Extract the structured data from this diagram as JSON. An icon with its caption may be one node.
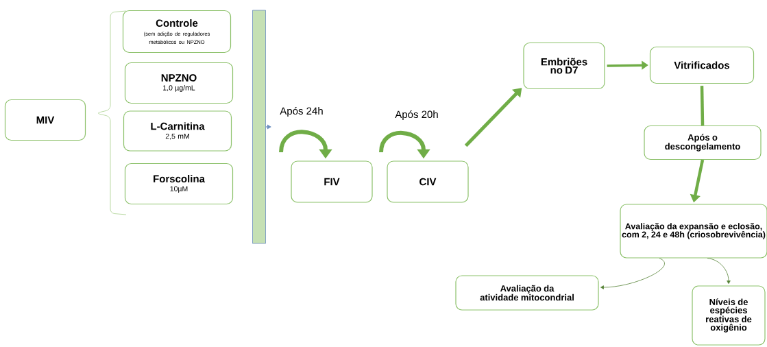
{
  "diagram": {
    "nodes": [
      {
        "text": [
          "MIV"
        ]
      },
      {
        "text": [
          "Controle",
          "(sem adição de reguladores metabólicos ou NPZNO"
        ]
      },
      {
        "text": [
          "NPZNO",
          "1,0 µg/mL"
        ]
      },
      {
        "text": [
          "L-Carnitina",
          "2,5 mM"
        ]
      },
      {
        "text": [
          "Forscolina",
          "10µM"
        ]
      },
      {
        "text": [],
        "shape": "bar"
      },
      {
        "text": [
          "FIV"
        ]
      },
      {
        "text": [
          "CIV"
        ]
      },
      {
        "text": [
          "Embriões no D7"
        ]
      },
      {
        "text": [
          "Vitrificados"
        ]
      },
      {
        "text": [
          "Após o descongelamento"
        ]
      },
      {
        "text": [
          "Avaliação da expansão e eclosão, com 2, 24  e 48h (criosobrevivência)"
        ]
      },
      {
        "text": [
          "Avaliação da atividade mitocondrial"
        ]
      },
      {
        "text": [
          "Níveis de espécies reativas de oxigênio"
        ]
      }
    ],
    "edges": [
      {
        "from": 5,
        "to": null,
        "arrow": "to",
        "color": "#6c8ebf"
      },
      {
        "from": null,
        "to": 6,
        "arrow": "to",
        "label": "Após 24h"
      },
      {
        "from": null,
        "to": 7,
        "arrow": "to",
        "label": "Após 20h"
      },
      {
        "from": 7,
        "to": 8,
        "arrow": "to"
      },
      {
        "from": 8,
        "to": 9,
        "arrow": "to"
      },
      {
        "from": 9,
        "to": 10,
        "arrow": "none"
      },
      {
        "from": 10,
        "to": 11,
        "arrow": "to"
      },
      {
        "from": 11,
        "to": 12,
        "arrow": "to",
        "color": "#548235"
      },
      {
        "from": 11,
        "to": 13,
        "arrow": "to",
        "color": "#548235"
      }
    ]
  }
}
